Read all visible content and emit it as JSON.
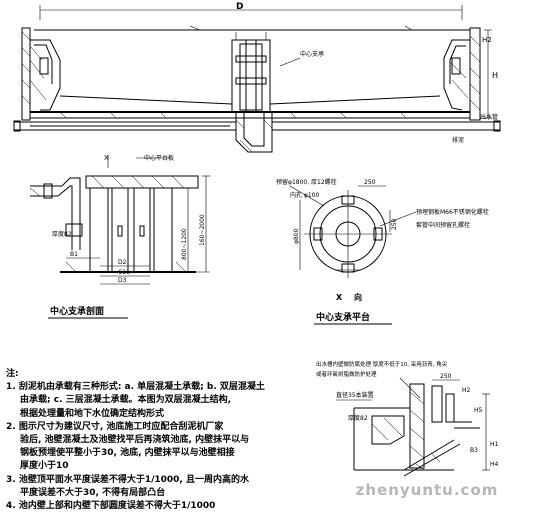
{
  "top_section": {
    "dim_D": "D",
    "right_label": "H",
    "right_small_label": "H2",
    "pipe_label_right": "出水管",
    "pipe_label_bottom": "排泥",
    "center_label": "中心支承"
  },
  "center_support_section": {
    "title": "中心支承剖面",
    "label_top": "X",
    "label_platform": "中心平台板",
    "label_left_dim": "厚度82",
    "label_dim1": "B1",
    "label_dim2": "D2",
    "label_dim3": "C11",
    "label_dim4": "D3",
    "label_v1": "800~1200",
    "label_v2": "160~2000"
  },
  "x_view": {
    "label_x": "X",
    "label_dir": "向",
    "title": "中心支承平台",
    "callout_1": "预留φ1800, 厚12螺栓",
    "callout_2": "内孔 φ100",
    "callout_3": "预埋钢板M66不锈钢化螺栓",
    "callout_4": "套管中间预留孔螺栓",
    "dim_left": "φ800",
    "dim_top": "250",
    "dim_right": "250"
  },
  "notes": {
    "heading": "注:",
    "lines": [
      "1. 刮泥机由承载有三种形式: a. 单层混凝土承载; b. 双层混凝土",
      "由承载; c. 三层混凝土承载。本图为双层混凝土结构,",
      "根据处理量和地下水位确定结构形式",
      "2. 图示尺寸为建议尺寸, 池底施工时应配合刮泥机厂家",
      "验后, 池壁混凝土及池壁找平后再浇筑池底, 内壁抹平以与",
      "钢板预埋使平整小于30, 池底, 内壁抹平以与池壁相接",
      "厚度小于10",
      "3. 池壁顶平面水平度误差不得大于1/1000, 且一周内高的水",
      "平度误差不大于30, 不得有局部凸台",
      "4. 池内壁上部和内壁下部圆度误差不得大于1/1000"
    ]
  },
  "detail_section": {
    "callout_1": "出水槽内壁做防腐处理 厚度不低于10, 采用沥青, 角尖",
    "callout_2": "或者环氧树脂做防护处理",
    "callout_3": "直径35本装置",
    "label_thickness": "厚度82",
    "label_H1": "H1",
    "label_H4": "H4",
    "label_B3": "B3",
    "label_H2": "H2",
    "label_H5": "H5",
    "label_250": "250"
  },
  "watermark": "zhenyuntu.com"
}
